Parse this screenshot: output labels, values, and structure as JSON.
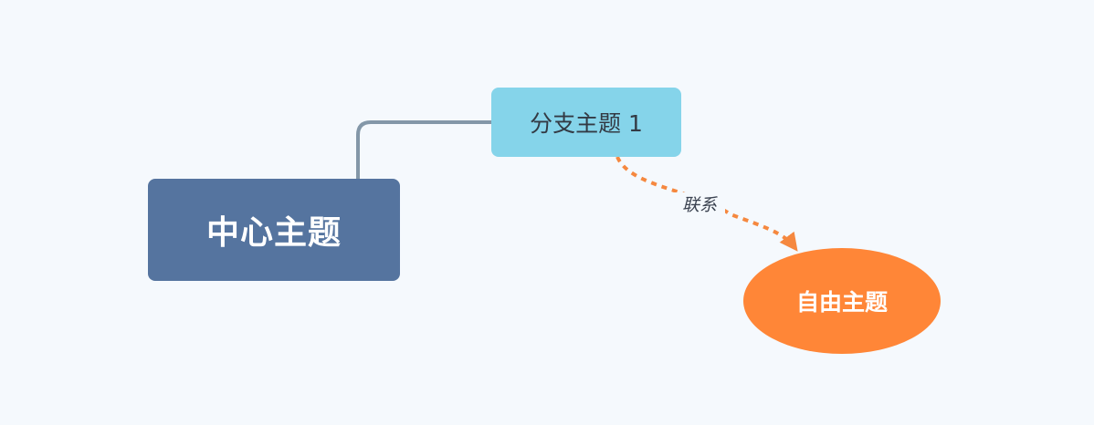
{
  "mindmap": {
    "central_topic": {
      "label": "中心主题",
      "color": "#55749f"
    },
    "branch_topic": {
      "label": "分支主题 1",
      "color": "#85d4ea"
    },
    "floating_topic": {
      "label": "自由主题",
      "color": "#ff8637"
    },
    "relationship": {
      "label": "联系",
      "color": "#f5883f"
    },
    "connector_color": "#8397a8"
  }
}
